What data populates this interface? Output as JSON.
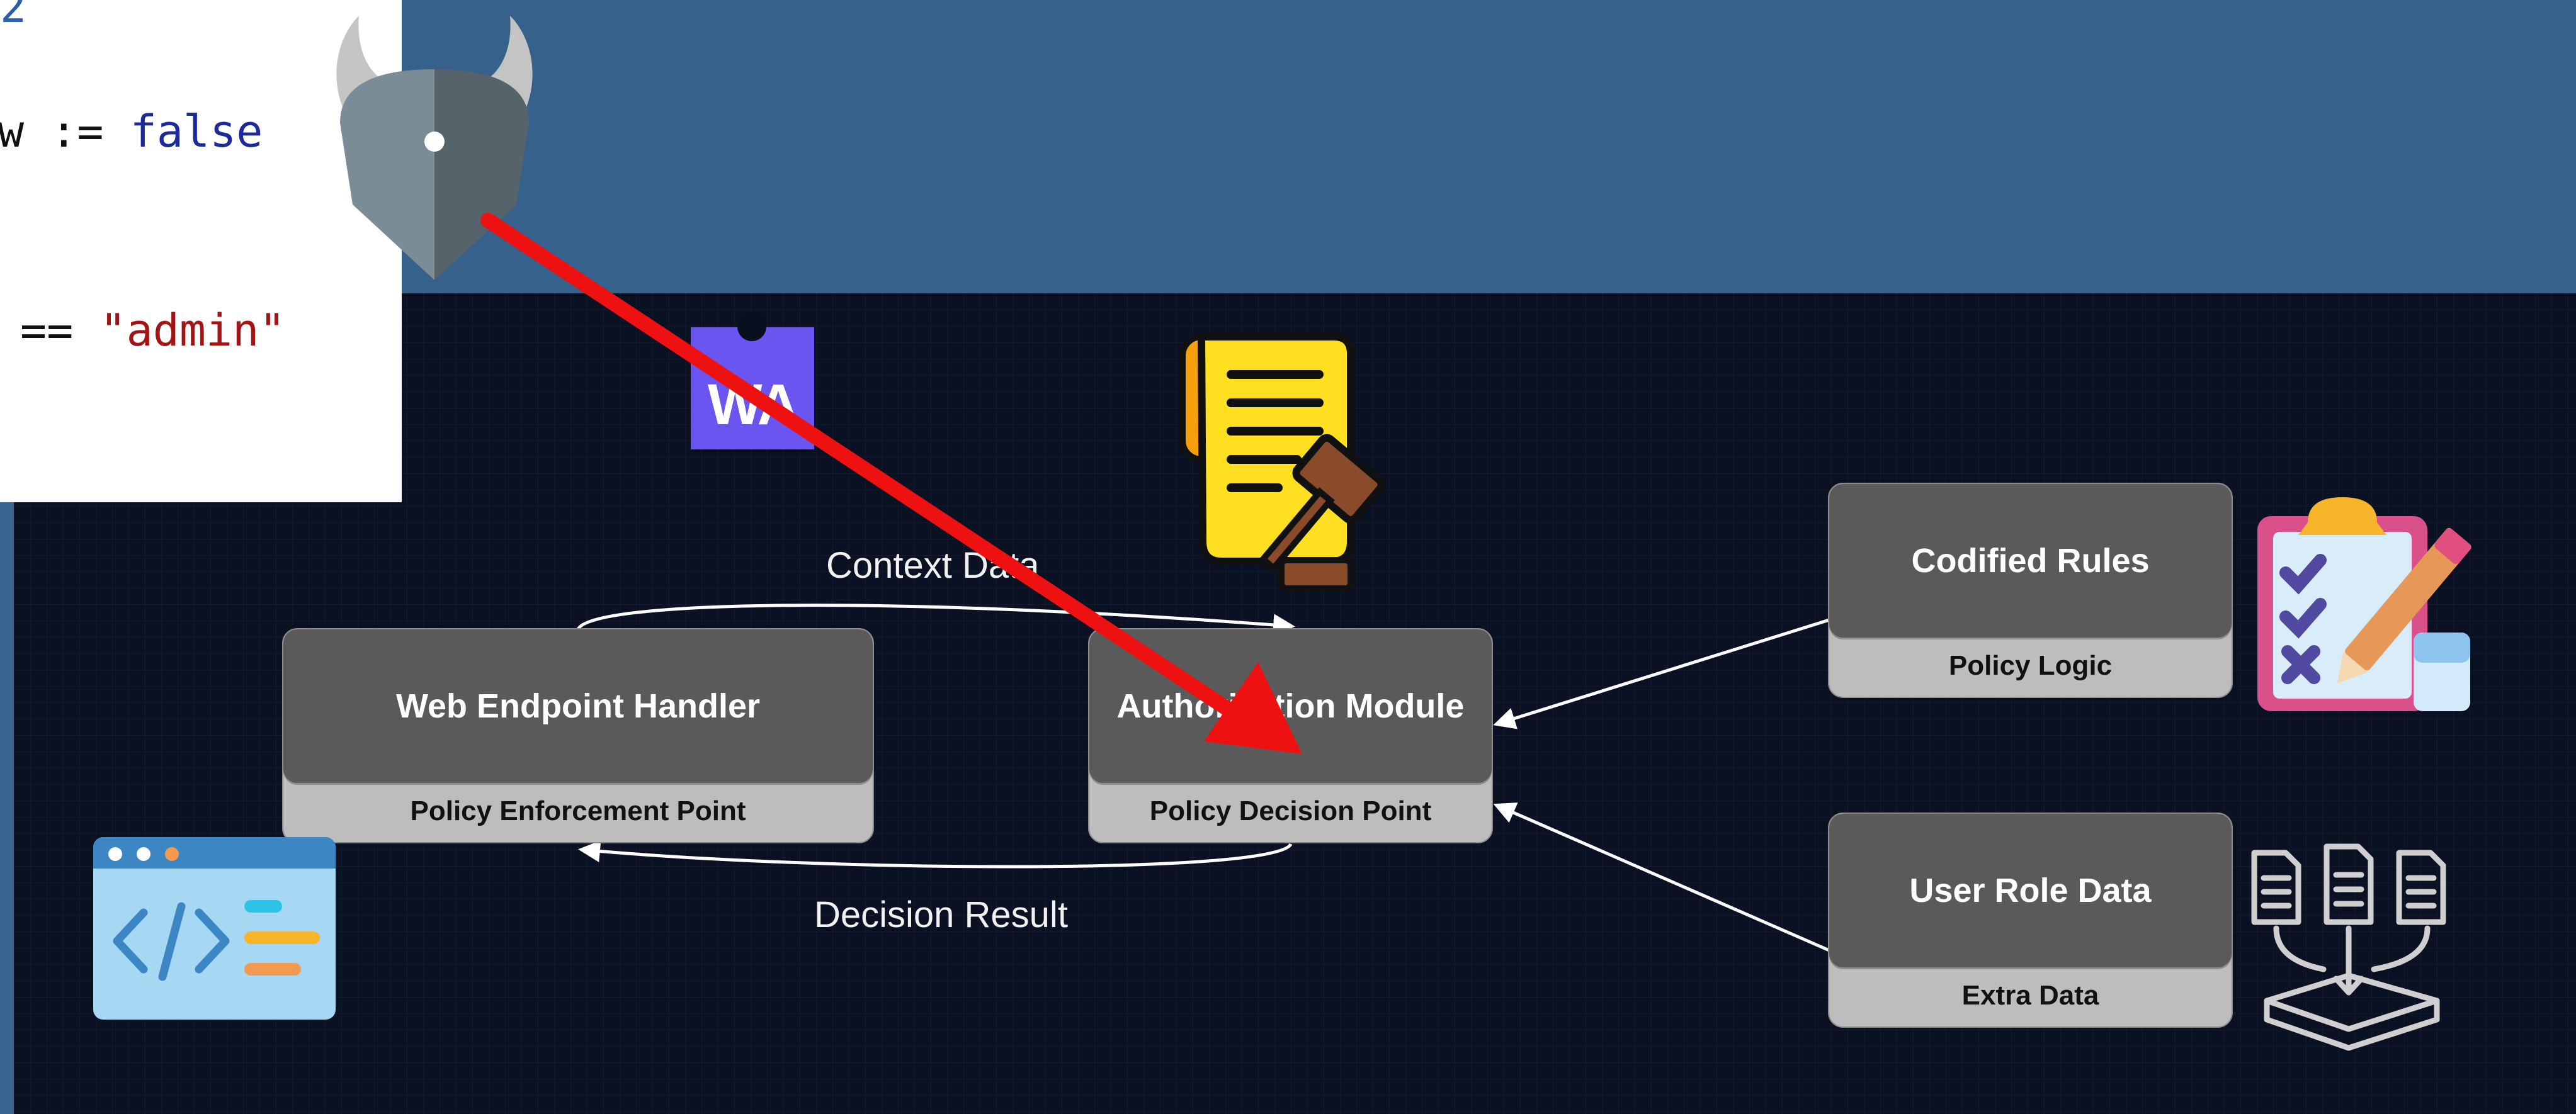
{
  "code": {
    "line_number": "2",
    "assign_prefix": "w :=",
    "assign_value": "false",
    "compare_prefix": "==",
    "compare_value": "\"admin\""
  },
  "badge": {
    "text": "WA",
    "color": "#6a55f0"
  },
  "nodes": {
    "pep": {
      "title": "Web Endpoint Handler",
      "subtitle": "Policy Enforcement Point"
    },
    "pdp": {
      "title": "Authorization Module",
      "subtitle": "Policy Decision Point"
    },
    "rules": {
      "title": "Codified Rules",
      "subtitle": "Policy Logic"
    },
    "data": {
      "title": "User Role Data",
      "subtitle": "Extra Data"
    }
  },
  "edges": {
    "context": "Context Data",
    "decision": "Decision Result"
  },
  "colors": {
    "header": "#36618b",
    "background": "#0a1122",
    "box_top": "#5a5a5a",
    "box_bottom": "#bdbdbd",
    "arrow_red": "#ee1111"
  },
  "icons": [
    "opa-viking-helmet-icon",
    "wa-badge-icon",
    "scroll-gavel-icon",
    "checklist-pencil-icon",
    "documents-merge-icon",
    "web-code-window-icon"
  ]
}
